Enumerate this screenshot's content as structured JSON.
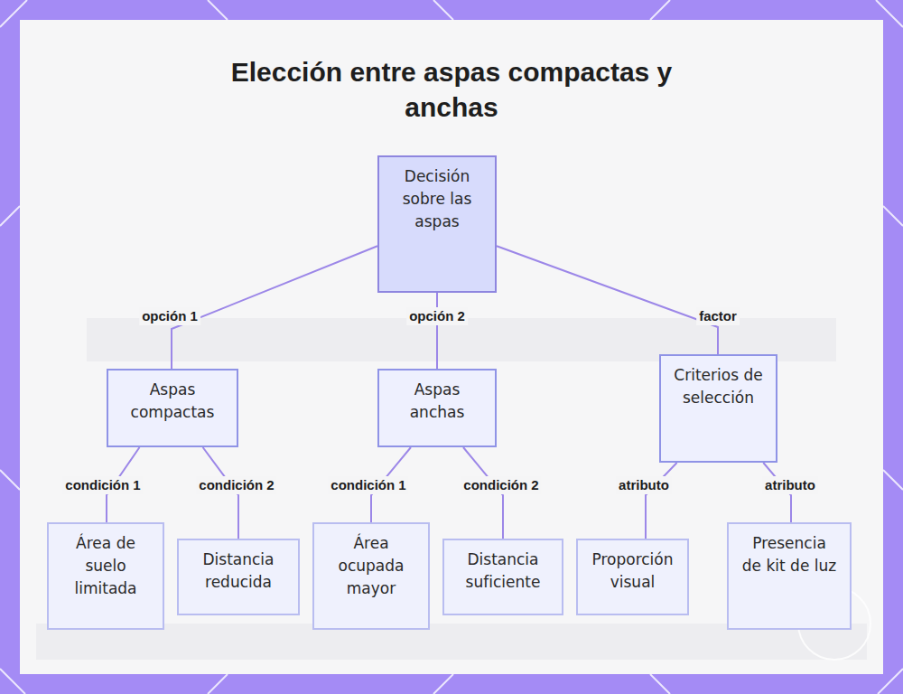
{
  "diagram": {
    "title": "Elección entre aspas compactas y anchas",
    "nodes": [
      {
        "text": [
          "Decisión sobre las aspas"
        ]
      },
      {
        "text": [
          "Aspas compactas"
        ]
      },
      {
        "text": [
          "Aspas anchas"
        ]
      },
      {
        "text": [
          "Criterios de selección"
        ]
      },
      {
        "text": [
          "Área de suelo limitada"
        ]
      },
      {
        "text": [
          "Distancia reducida"
        ]
      },
      {
        "text": [
          "Área ocupada mayor"
        ]
      },
      {
        "text": [
          "Distancia suficiente"
        ]
      },
      {
        "text": [
          "Proporción visual"
        ]
      },
      {
        "text": [
          "Presencia de kit de luz"
        ]
      }
    ],
    "edges": [
      {
        "from": 0,
        "to": 1,
        "label": "opción 1",
        "arrow": "none"
      },
      {
        "from": 0,
        "to": 2,
        "label": "opción 2",
        "arrow": "none"
      },
      {
        "from": 0,
        "to": 3,
        "label": "factor",
        "arrow": "none"
      },
      {
        "from": 1,
        "to": 4,
        "label": "condición 1",
        "arrow": "none"
      },
      {
        "from": 1,
        "to": 5,
        "label": "condición 2",
        "arrow": "none"
      },
      {
        "from": 2,
        "to": 6,
        "label": "condición 1",
        "arrow": "none"
      },
      {
        "from": 2,
        "to": 7,
        "label": "condición 2",
        "arrow": "none"
      },
      {
        "from": 3,
        "to": 8,
        "label": "atributo",
        "arrow": "none"
      },
      {
        "from": 3,
        "to": 9,
        "label": "atributo",
        "arrow": "none"
      }
    ]
  }
}
